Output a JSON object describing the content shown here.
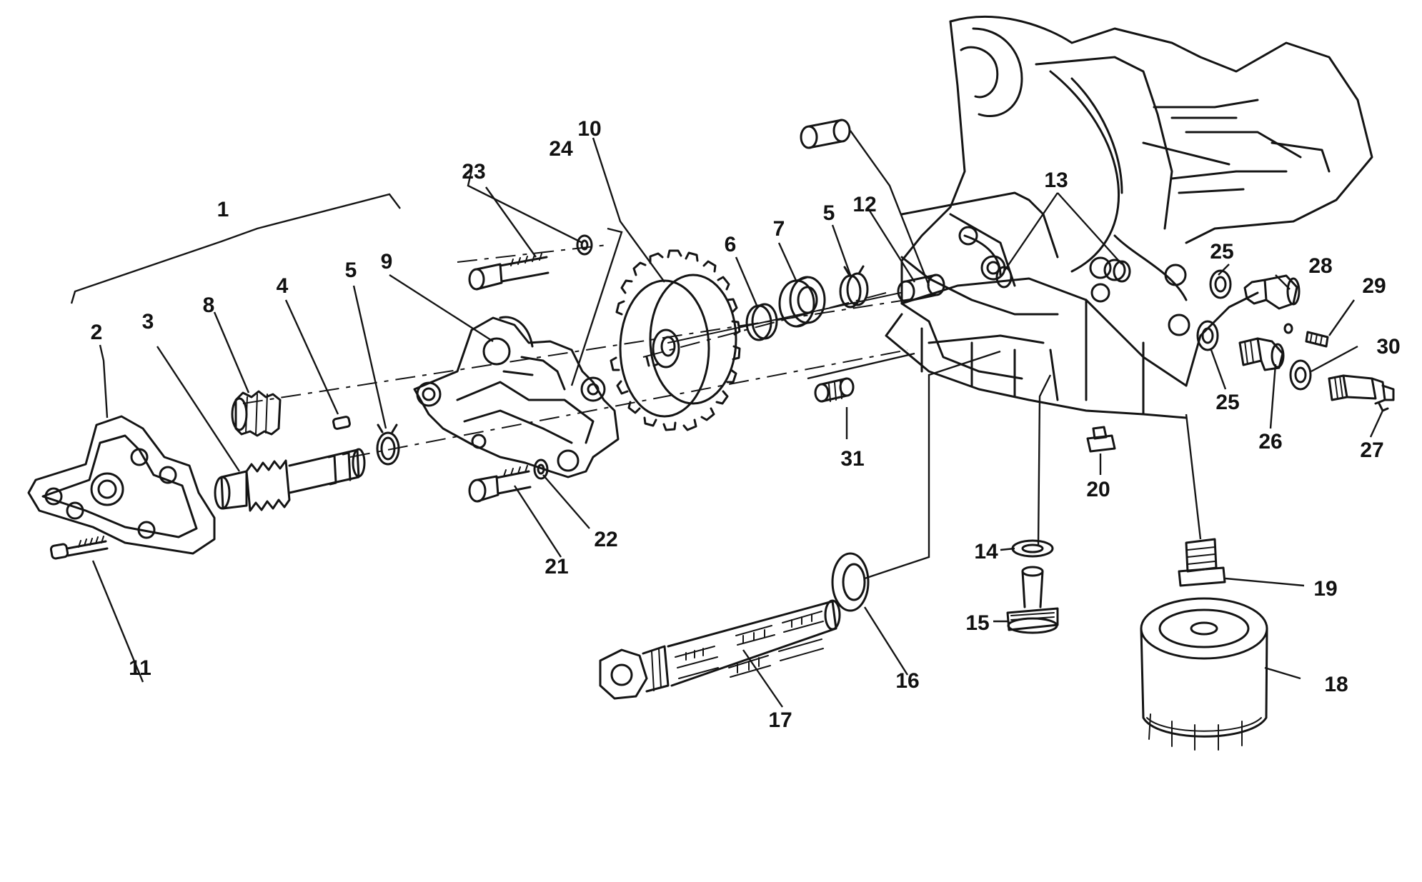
{
  "diagram": {
    "callouts": [
      {
        "id": "1",
        "text": "1"
      },
      {
        "id": "2",
        "text": "2"
      },
      {
        "id": "3",
        "text": "3"
      },
      {
        "id": "4",
        "text": "4"
      },
      {
        "id": "5a",
        "text": "5"
      },
      {
        "id": "5b",
        "text": "5"
      },
      {
        "id": "6",
        "text": "6"
      },
      {
        "id": "7",
        "text": "7"
      },
      {
        "id": "8",
        "text": "8"
      },
      {
        "id": "9",
        "text": "9"
      },
      {
        "id": "10",
        "text": "10"
      },
      {
        "id": "11",
        "text": "11"
      },
      {
        "id": "12",
        "text": "12"
      },
      {
        "id": "13",
        "text": "13"
      },
      {
        "id": "14",
        "text": "14"
      },
      {
        "id": "15",
        "text": "15"
      },
      {
        "id": "16",
        "text": "16"
      },
      {
        "id": "17",
        "text": "17"
      },
      {
        "id": "18",
        "text": "18"
      },
      {
        "id": "19",
        "text": "19"
      },
      {
        "id": "20",
        "text": "20"
      },
      {
        "id": "21",
        "text": "21"
      },
      {
        "id": "22",
        "text": "22"
      },
      {
        "id": "23",
        "text": "23"
      },
      {
        "id": "24",
        "text": "24"
      },
      {
        "id": "25a",
        "text": "25"
      },
      {
        "id": "25b",
        "text": "25"
      },
      {
        "id": "26",
        "text": "26"
      },
      {
        "id": "27",
        "text": "27"
      },
      {
        "id": "28",
        "text": "28"
      },
      {
        "id": "29",
        "text": "29"
      },
      {
        "id": "30",
        "text": "30"
      },
      {
        "id": "31",
        "text": "31"
      }
    ],
    "parts": [
      "pump-cover",
      "pump-shaft",
      "key",
      "circlip",
      "gear-small",
      "pump-body",
      "pump-gear",
      "circlip-6",
      "bearing-7",
      "circlip-5",
      "bushing-12",
      "bushing-12b",
      "o-rings-13",
      "washer-14",
      "plug-15",
      "seal-16",
      "oil-strainer",
      "oil-filter",
      "filter-nipple",
      "plug-20",
      "screw-21",
      "washer-22",
      "screw-23",
      "washer-24",
      "seal-25",
      "fitting-26",
      "pressure-switch",
      "plug-28",
      "jet-29",
      "seal-30",
      "spring-31",
      "crankcase"
    ]
  }
}
